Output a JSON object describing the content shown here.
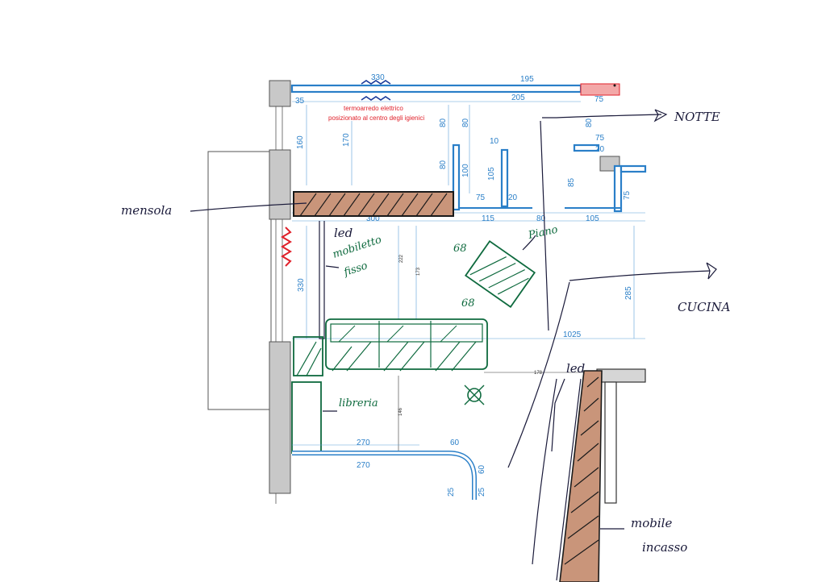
{
  "notes": {
    "heater_line1": "termoarredo elettrico",
    "heater_line2": "posizionato al centro degli igienici"
  },
  "dimensions": {
    "top_330": "330",
    "top_195": "195",
    "top_35": "35",
    "top_205": "205",
    "top_75": "75",
    "d_160": "160",
    "d_170": "170",
    "d_80a": "80",
    "d_80b": "80",
    "d_80c": "80",
    "d_80d": "80",
    "d_10": "10",
    "d_100": "100",
    "d_105a": "105",
    "d_75a": "75",
    "d_20a": "20",
    "d_20b": "20",
    "d_75b": "75",
    "d_85": "85",
    "d_75c": "75",
    "d_300": "300",
    "d_115": "115",
    "d_80e": "80",
    "d_105b": "105",
    "d_330": "330",
    "d_222": "222",
    "d_173": "173",
    "d_285": "285",
    "d_1025": "1025",
    "d_178": "178",
    "d_146": "146",
    "d_270a": "270",
    "d_60a": "60",
    "d_270b": "270",
    "d_60b": "60",
    "d_25a": "25",
    "d_25b": "25",
    "d_68": "68",
    "d_68b": "68"
  },
  "annotations": {
    "mensola": "mensola",
    "led_a": "led",
    "mobiletto_l1": "mobiletto",
    "mobiletto_l2": "fisso",
    "libreria": "libreria",
    "piano": "Piano",
    "notte": "NOTTE",
    "cucina": "CUCINA",
    "led_b": "led",
    "mobile_l1": "mobile",
    "mobile_l2": "incasso"
  },
  "colors": {
    "dimension_blue": "#2a7fc8",
    "ink_green": "#0e6a3e",
    "wood_tone": "#c9957a",
    "heater_red": "#e0202a"
  }
}
